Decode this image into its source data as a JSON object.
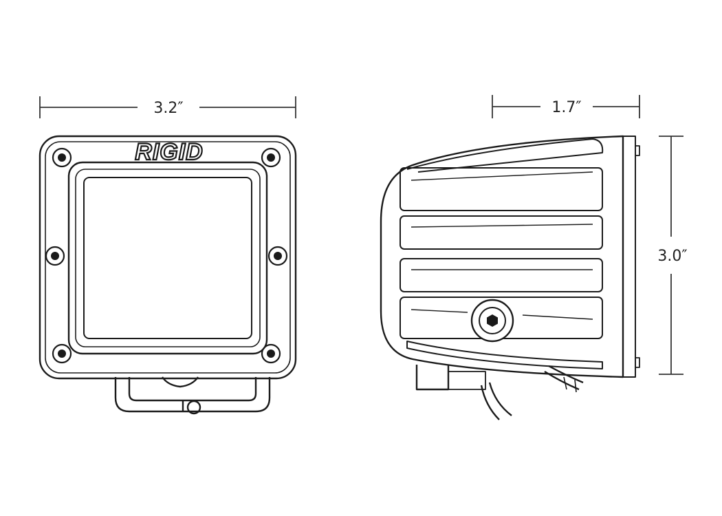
{
  "dimensions": {
    "front_width": "3.2″",
    "side_depth": "1.7″",
    "side_height": "3.0″"
  },
  "brand": {
    "logo": "RIGID"
  },
  "colors": {
    "line": "#1a1a1a",
    "dim_line": "#333333",
    "background": "#ffffff"
  }
}
